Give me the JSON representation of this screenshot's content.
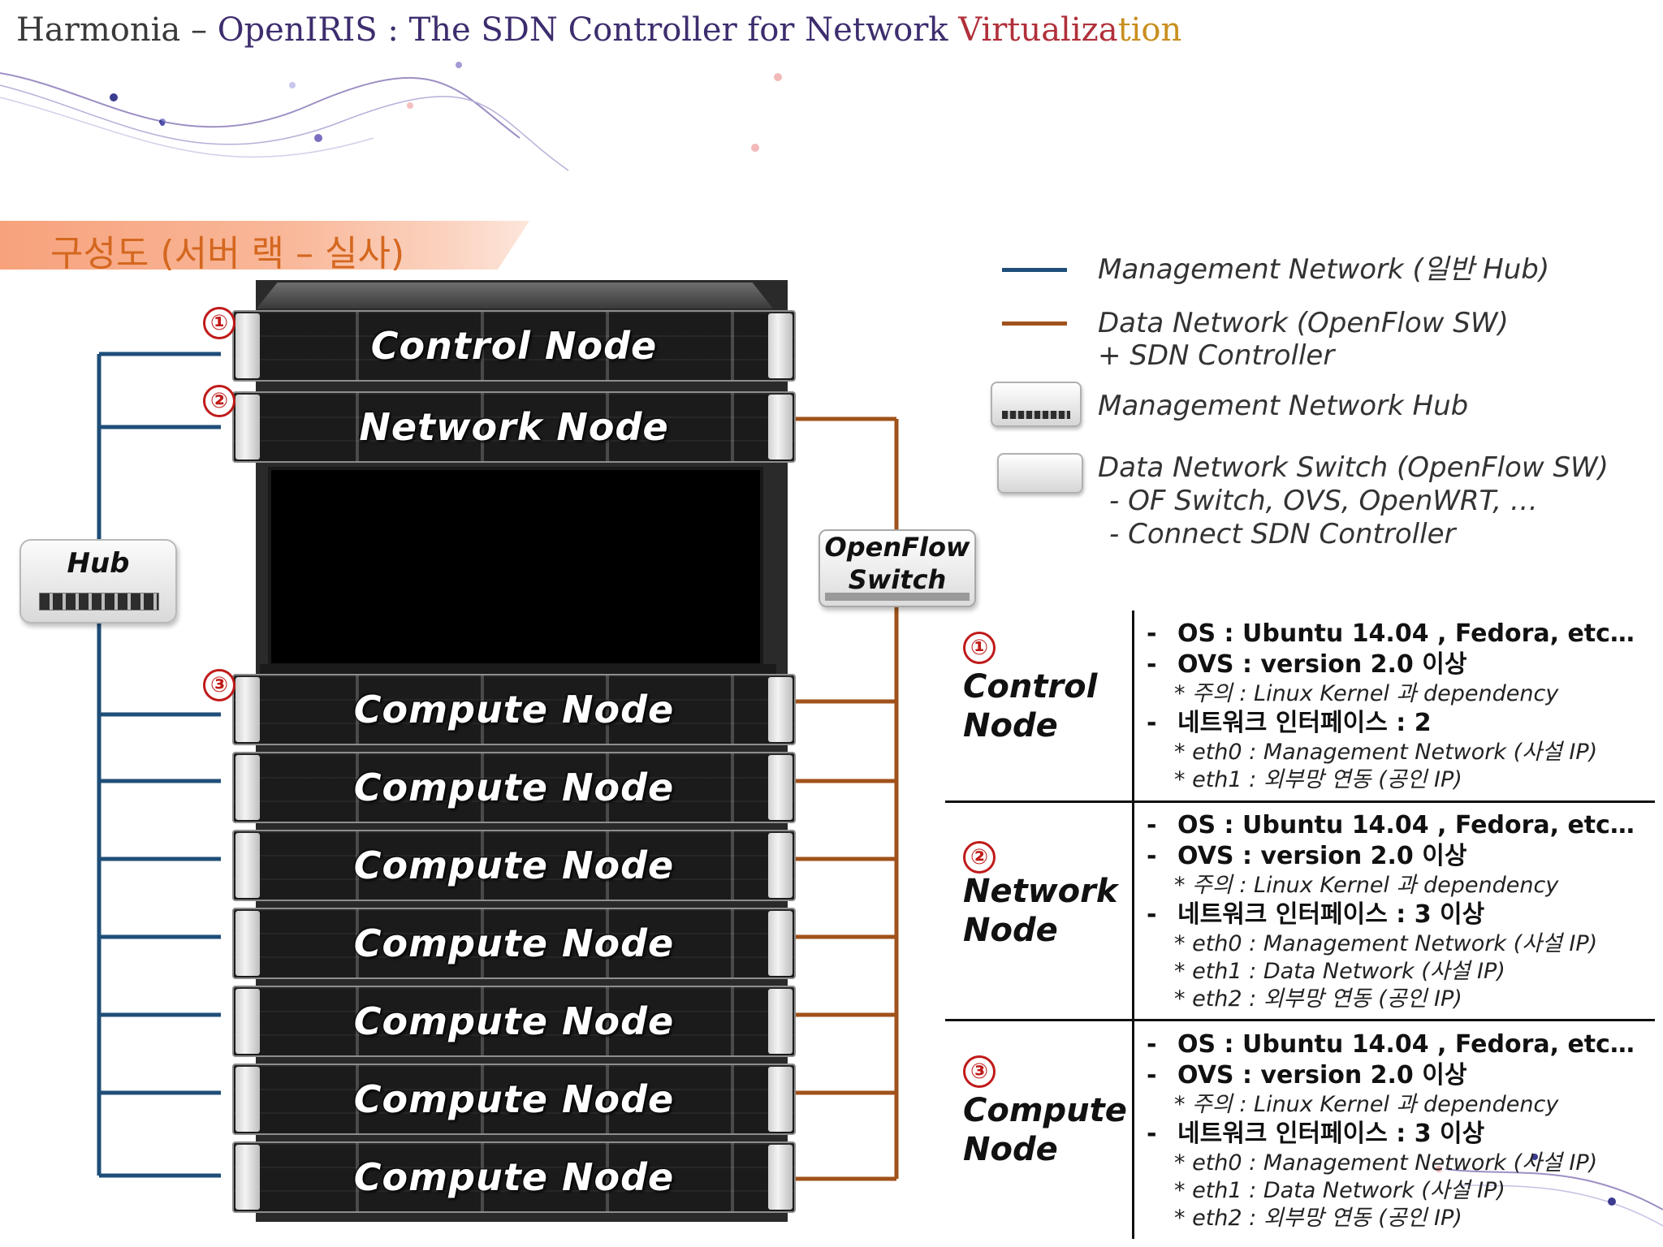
{
  "header": {
    "title_a": "Harmonia – ",
    "title_b": "OpenIRIS : The SDN Controller for Network ",
    "title_c": "Virtualiza",
    "title_d": "tion"
  },
  "section": {
    "title": "구성도 (서버 랙 – 실사)"
  },
  "rack": {
    "servers": [
      {
        "label": "Control Node",
        "number": "①"
      },
      {
        "label": "Network Node",
        "number": "②"
      },
      {
        "label": "Compute Node",
        "number": "③"
      },
      {
        "label": "Compute Node"
      },
      {
        "label": "Compute Node"
      },
      {
        "label": "Compute Node"
      },
      {
        "label": "Compute Node"
      },
      {
        "label": "Compute Node"
      },
      {
        "label": "Compute Node"
      }
    ],
    "hub_label": "Hub",
    "switch_label_1": "OpenFlow",
    "switch_label_2": "Switch"
  },
  "colors": {
    "management": "#1f4e79",
    "data": "#a0521a",
    "number": "#c01a1a"
  },
  "legend": {
    "management_network": "Management Network (일반 Hub)",
    "data_network_1": "Data Network (OpenFlow SW)",
    "data_network_2": "+ SDN Controller",
    "hub_text": "Management Network Hub",
    "switch_text_1": "Data Network Switch (OpenFlow SW)",
    "switch_text_2": "- OF Switch, OVS, OpenWRT, …",
    "switch_text_3": "- Connect SDN Controller"
  },
  "specs": [
    {
      "number": "①",
      "name_1": "Control",
      "name_2": "Node",
      "lines": [
        {
          "type": "main",
          "text": "OS : Ubuntu 14.04 , Fedora, etc…"
        },
        {
          "type": "main",
          "text": "OVS : version 2.0 이상"
        },
        {
          "type": "sub",
          "text": "* 주의 : Linux Kernel 과 dependency"
        },
        {
          "type": "main",
          "text": "네트워크 인터페이스 : 2"
        },
        {
          "type": "sub",
          "text": "* eth0 : Management Network (사설 IP)"
        },
        {
          "type": "sub",
          "text": "* eth1 : 외부망 연동 (공인 IP)"
        }
      ]
    },
    {
      "number": "②",
      "name_1": "Network",
      "name_2": "Node",
      "lines": [
        {
          "type": "main",
          "text": "OS : Ubuntu 14.04 , Fedora, etc…"
        },
        {
          "type": "main",
          "text": "OVS : version 2.0 이상"
        },
        {
          "type": "sub",
          "text": "* 주의 : Linux Kernel 과 dependency"
        },
        {
          "type": "main",
          "text": "네트워크 인터페이스 : 3 이상"
        },
        {
          "type": "sub",
          "text": "* eth0 : Management Network (사설 IP)"
        },
        {
          "type": "sub",
          "text": "* eth1 : Data Network (사설 IP)"
        },
        {
          "type": "sub",
          "text": "* eth2 : 외부망 연동 (공인 IP)"
        }
      ]
    },
    {
      "number": "③",
      "name_1": "Compute",
      "name_2": "Node",
      "lines": [
        {
          "type": "main",
          "text": "OS : Ubuntu 14.04 , Fedora, etc…"
        },
        {
          "type": "main",
          "text": "OVS : version 2.0 이상"
        },
        {
          "type": "sub",
          "text": "* 주의 : Linux Kernel 과 dependency"
        },
        {
          "type": "main",
          "text": "네트워크 인터페이스 : 3 이상"
        },
        {
          "type": "sub",
          "text": "* eth0 : Management Network (사설 IP)"
        },
        {
          "type": "sub",
          "text": "* eth1 : Data Network (사설 IP)"
        },
        {
          "type": "sub",
          "text": "* eth2 : 외부망 연동 (공인 IP)"
        }
      ]
    }
  ]
}
